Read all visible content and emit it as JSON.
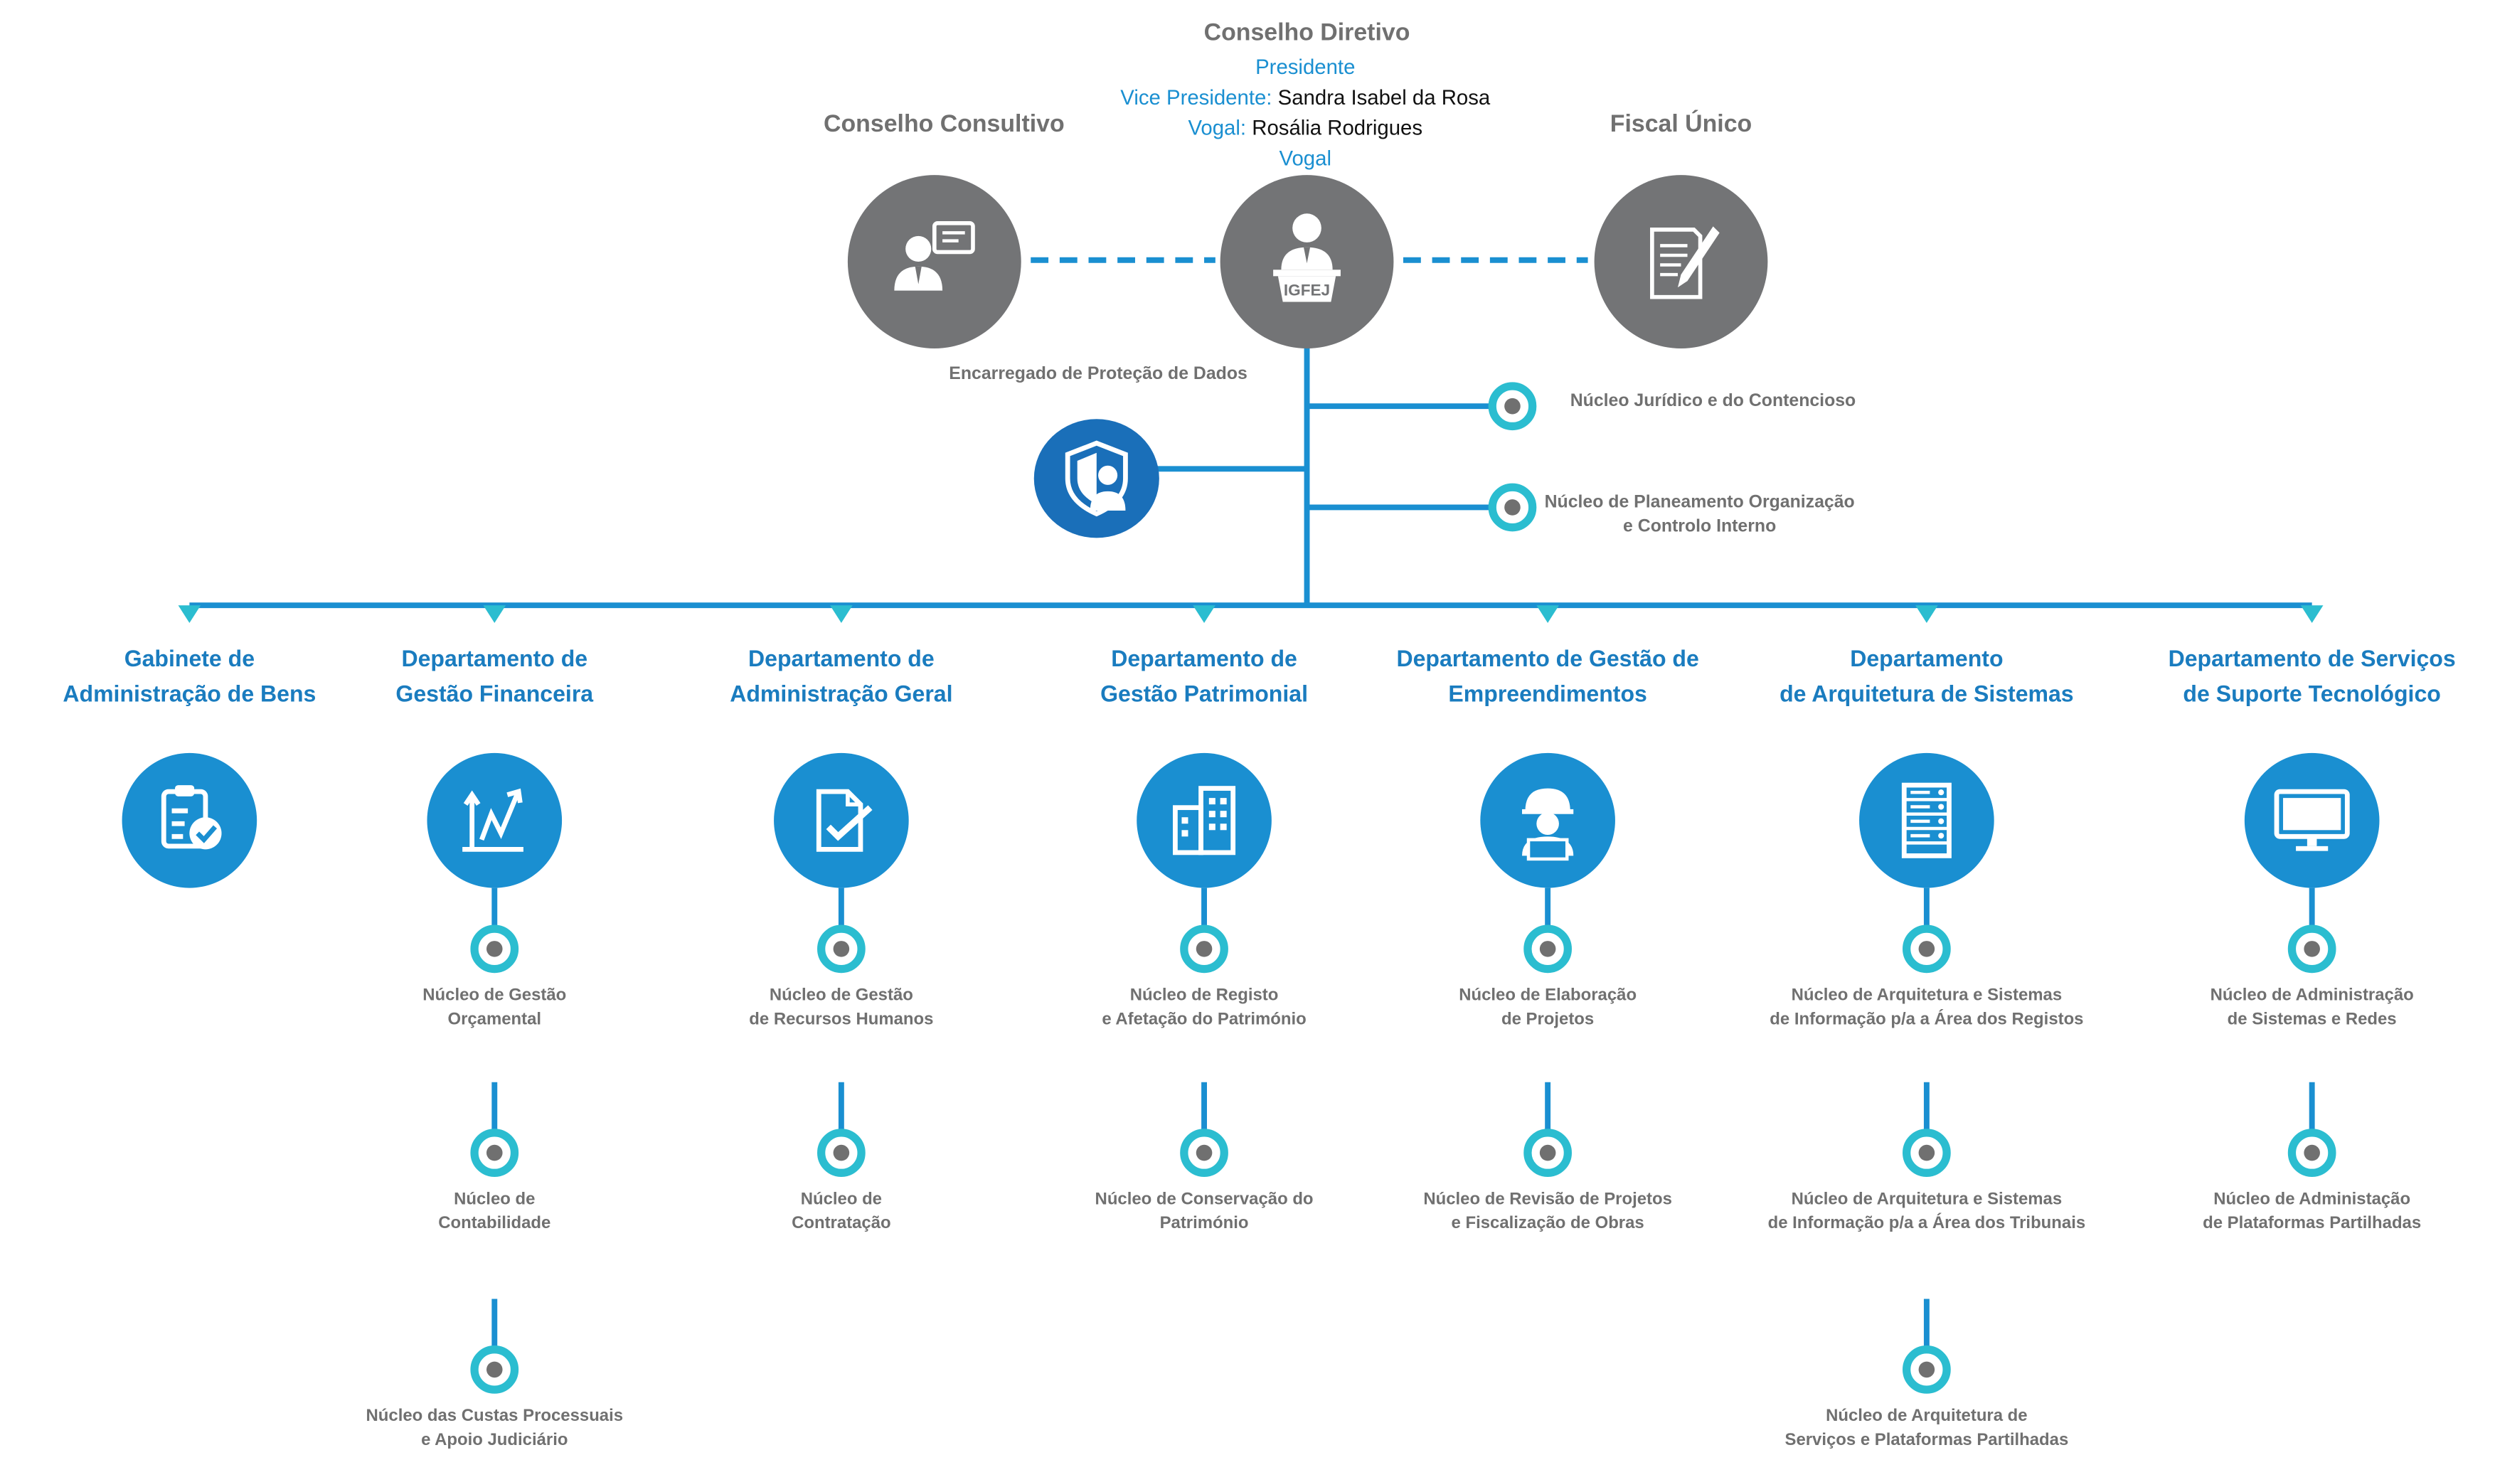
{
  "top": {
    "board_title": "Conselho Diretivo",
    "board_members": [
      {
        "role": "Presidente",
        "name": ""
      },
      {
        "role": "Vice Presidente:",
        "name": "Sandra Isabel da Rosa"
      },
      {
        "role": "Vogal:",
        "name": "Rosália Rodrigues"
      },
      {
        "role": "Vogal",
        "name": ""
      }
    ],
    "consultive_title": "Conselho Consultivo",
    "fiscal_title": "Fiscal Único",
    "center_badge": "IGFEJ",
    "dpo_label": "Encarregado de Proteção de Dados"
  },
  "side_units": [
    {
      "label": "Núcleo Jurídico e do Contencioso"
    },
    {
      "label_lines": [
        "Núcleo de Planeamento  Organização",
        "e Controlo Interno"
      ]
    }
  ],
  "departments": [
    {
      "title_lines": [
        "Gabinete de",
        "Administração de Bens"
      ],
      "icon": "clipboard-check-icon",
      "units": []
    },
    {
      "title_lines": [
        "Departamento de",
        "Gestão Financeira"
      ],
      "icon": "growth-chart-icon",
      "units": [
        {
          "lines": [
            "Núcleo de Gestão",
            "Orçamental"
          ]
        },
        {
          "lines": [
            "Núcleo de",
            "Contabilidade"
          ]
        },
        {
          "lines": [
            "Núcleo das Custas Processuais",
            "e Apoio Judiciário"
          ]
        }
      ]
    },
    {
      "title_lines": [
        "Departamento de",
        "Administração Geral"
      ],
      "icon": "document-check-icon",
      "units": [
        {
          "lines": [
            "Núcleo de Gestão",
            "de Recursos Humanos"
          ]
        },
        {
          "lines": [
            "Núcleo de",
            "Contratação"
          ]
        }
      ]
    },
    {
      "title_lines": [
        "Departamento de",
        "Gestão Patrimonial"
      ],
      "icon": "buildings-icon",
      "units": [
        {
          "lines": [
            "Núcleo de Registo",
            "e Afetação  do Património"
          ]
        },
        {
          "lines": [
            "Núcleo de  Conservação do",
            "Património"
          ]
        }
      ]
    },
    {
      "title_lines": [
        "Departamento de Gestão de",
        "Empreendimentos"
      ],
      "icon": "engineer-icon",
      "units": [
        {
          "lines": [
            "Núcleo de Elaboração",
            "de Projetos"
          ]
        },
        {
          "lines": [
            "Núcleo de Revisão de Projetos",
            "e Fiscalização de Obras"
          ]
        }
      ]
    },
    {
      "title_lines": [
        "Departamento",
        "de Arquitetura de Sistemas"
      ],
      "icon": "server-rack-icon",
      "units": [
        {
          "lines": [
            "Núcleo de Arquitetura e Sistemas",
            "de Informação p/a a Área dos Registos"
          ]
        },
        {
          "lines": [
            "Núcleo de Arquitetura e Sistemas",
            "de Informação p/a a Área dos Tribunais"
          ]
        },
        {
          "lines": [
            "Núcleo de Arquitetura de",
            "Serviços e Plataformas Partilhadas"
          ]
        }
      ]
    },
    {
      "title_lines": [
        "Departamento de Serviços",
        "de Suporte Tecnológico"
      ],
      "icon": "monitor-icon",
      "units": [
        {
          "lines": [
            "Núcleo de Administração",
            "de Sistemas e Redes"
          ]
        },
        {
          "lines": [
            "Núcleo de  Administação",
            "de Plataformas Partilhadas"
          ]
        }
      ]
    }
  ],
  "colors": {
    "accent_blue": "#1a8fd1",
    "title_blue": "#1a7cbf",
    "line_cyan": "#2bbdd0",
    "gray": "#737476"
  }
}
